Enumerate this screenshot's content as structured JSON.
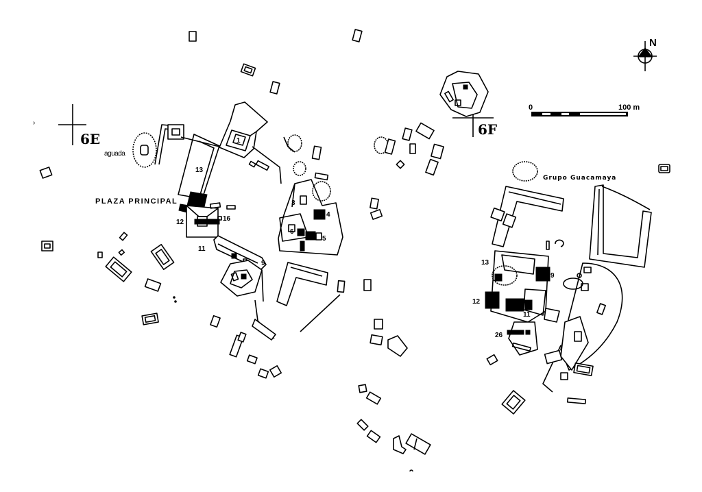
{
  "map": {
    "north_label": "N",
    "scale": {
      "start": "0",
      "end": "100 m"
    },
    "grid_labels": {
      "west": "6E",
      "east": "6F"
    },
    "place_labels": {
      "aguada": "aguada",
      "plaza_principal": "PLAZA PRINCIPAL",
      "grupo_guacamaya": "Grupo  Guacamaya"
    },
    "structure_numbers": {
      "west_13": "13",
      "west_12": "12",
      "west_16": "16",
      "west_11": "11",
      "west_9": "9",
      "west_1": "1",
      "center_3": "3",
      "center_4": "4",
      "center_5": "5",
      "center_6": "6",
      "east_13": "13",
      "east_9": "9",
      "east_12": "12",
      "east_11": "11",
      "east_26": "26"
    }
  }
}
